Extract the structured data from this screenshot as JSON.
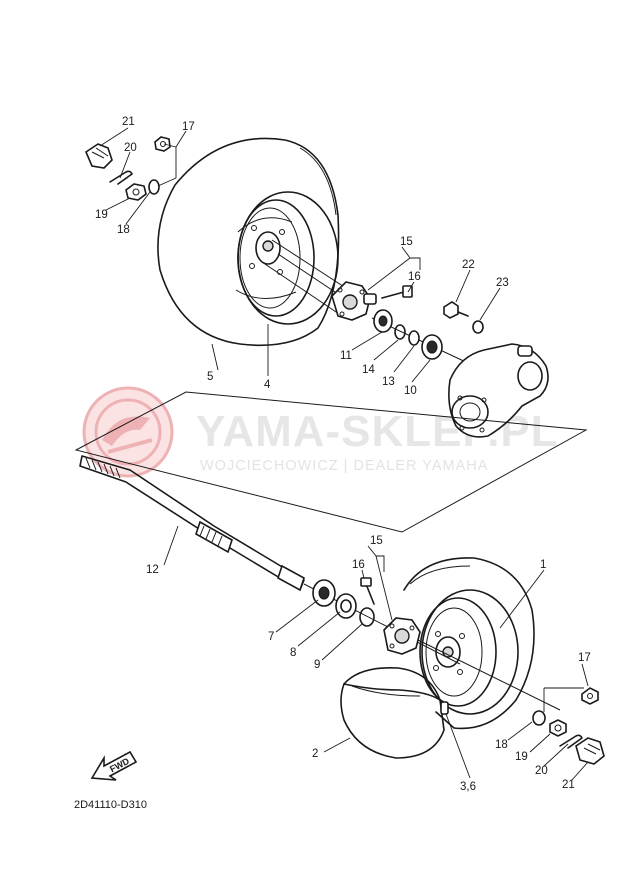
{
  "watermark": {
    "title": "YAMA-SKLEP.PL",
    "subtitle": "WOJCIECHOWICZ | DEALER YAMAHA",
    "logo_color": "#e9a3a6"
  },
  "diagram_code": "2D41110-D310",
  "fwd_label": "FWD",
  "callouts": {
    "c1": "1",
    "c2": "2",
    "c36": "3,6",
    "c4": "4",
    "c5": "5",
    "c7": "7",
    "c8": "8",
    "c9": "9",
    "c10": "10",
    "c11": "11",
    "c12": "12",
    "c13": "13",
    "c14": "14",
    "c15a": "15",
    "c15b": "15",
    "c16a": "16",
    "c16b": "16",
    "c17a": "17",
    "c17b": "17",
    "c18a": "18",
    "c18b": "18",
    "c19a": "19",
    "c19b": "19",
    "c20a": "20",
    "c20b": "20",
    "c21a": "21",
    "c21b": "21",
    "c22": "22",
    "c23": "23"
  }
}
